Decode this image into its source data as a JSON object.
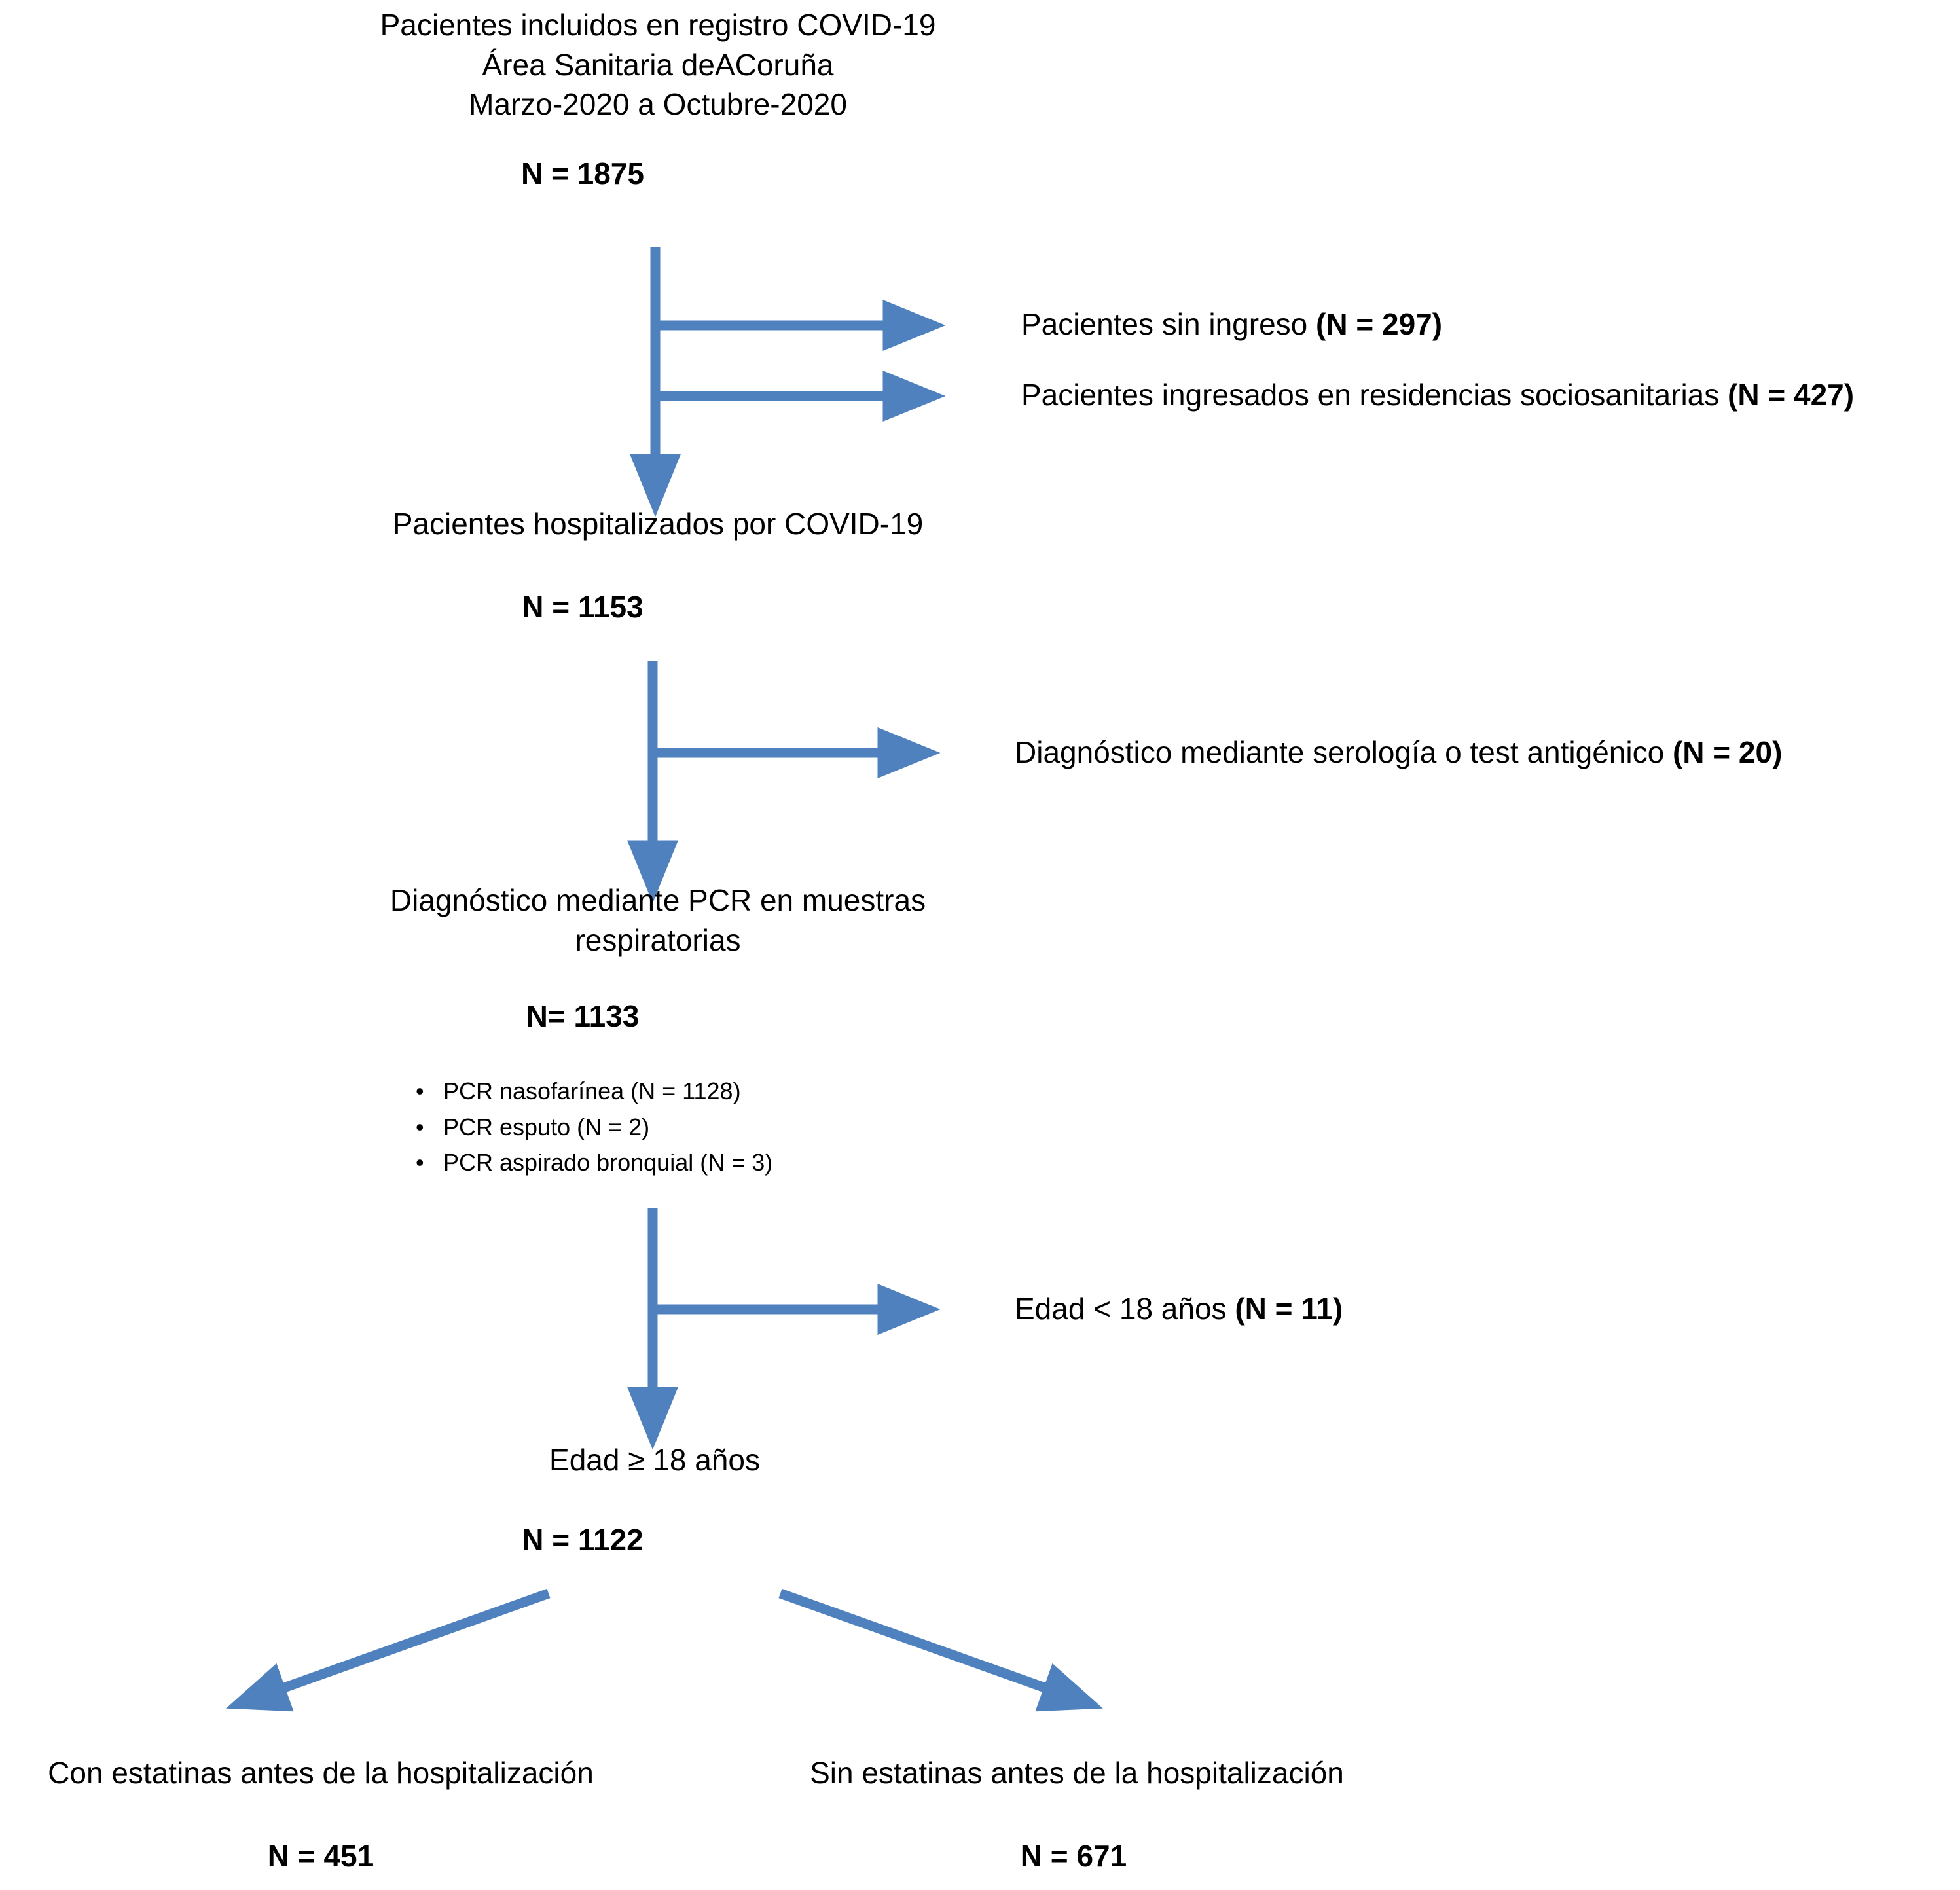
{
  "diagram": {
    "type": "flowchart",
    "title": "Diagrama de flujo de seleccion de pacientes",
    "accent_color": "#4E81BD",
    "text_color": "#000000",
    "background_color": "#FFFFFF"
  },
  "nodes": {
    "registry": {
      "text": "Pacientes incluidos en registro COVID-19\nÁrea Sanitaria deACoruña\nMarzo-2020 a Octubre-2020",
      "count": "N = 1875"
    },
    "hospitalized": {
      "text": "Pacientes hospitalizados por COVID-19",
      "count": "N = 1153"
    },
    "pcr": {
      "text": "Diagnóstico mediante PCR en muestras\nrespiratorias",
      "count": "N= 1133",
      "bullets": [
        "PCR nasofarínea (N = 1128)",
        "PCR esputo (N = 2)",
        "PCR aspirado bronquial (N = 3)"
      ],
      "bullet_marker": "•"
    },
    "adults": {
      "text": "Edad ≥ 18 años",
      "count": "N = 1122"
    },
    "statins_yes": {
      "text": "Con estatinas antes de la hospitalización",
      "count": "N = 451"
    },
    "statins_no": {
      "text": "Sin estatinas antes de la hospitalización",
      "count": "N = 671"
    }
  },
  "exclusions": {
    "no_admission": {
      "label": "Pacientes sin ingreso ",
      "count": "(N = 297)"
    },
    "nursing_homes": {
      "label": "Pacientes ingresados en residencias sociosanitarias ",
      "count": "(N = 427)"
    },
    "serology": {
      "label": "Diagnóstico mediante serología o test antigénico ",
      "count": "(N = 20)"
    },
    "underage": {
      "label": "Edad < 18 años ",
      "count": "(N = 11)"
    }
  }
}
